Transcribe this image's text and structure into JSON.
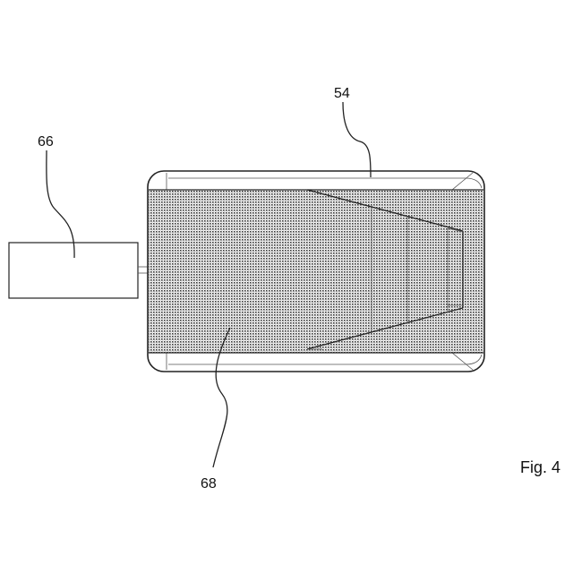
{
  "figure": {
    "caption": "Fig. 4",
    "reference_numerals": {
      "device": "54",
      "box": "66",
      "surface": "68"
    }
  }
}
